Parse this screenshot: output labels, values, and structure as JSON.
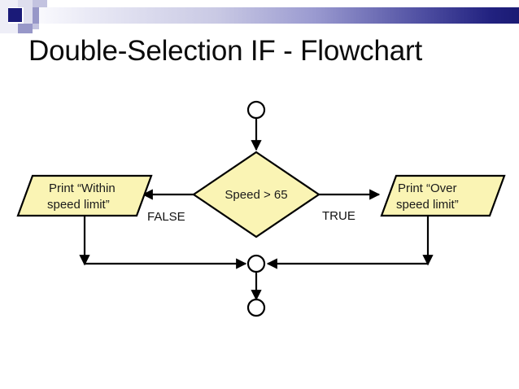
{
  "slide": {
    "title": "Double-Selection IF - Flowchart",
    "background_color": "#ffffff",
    "accent_color": "#1a1a78",
    "shape_fill_color": "#faf4b4",
    "shape_border_color": "#000000"
  },
  "header": {
    "band_gradient_from": "#fbfbfe",
    "band_gradient_to": "#1b1b74",
    "squares": [
      {
        "name": "square-dark",
        "color": "#1a1a78"
      },
      {
        "name": "square-mid",
        "color": "#9797c8"
      },
      {
        "name": "square-light",
        "color": "#c3c3e0"
      },
      {
        "name": "square-pale",
        "color": "#dedeee"
      },
      {
        "name": "square-faint",
        "color": "#eeeef7"
      }
    ]
  },
  "flowchart": {
    "start_node": {
      "name": "start-connector",
      "shape": "circle"
    },
    "decision": {
      "name": "decision-speed",
      "shape": "diamond",
      "text": "Speed > 65"
    },
    "branches": [
      {
        "name": "branch-false",
        "label": "FALSE",
        "side": "left"
      },
      {
        "name": "branch-true",
        "label": "TRUE",
        "side": "right"
      }
    ],
    "process_left": {
      "name": "process-print-within",
      "shape": "parallelogram",
      "line1": "Print “Within",
      "line2": "speed limit”"
    },
    "process_right": {
      "name": "process-print-over",
      "shape": "parallelogram",
      "line1": "Print “Over",
      "line2": "speed limit”"
    },
    "merge_node": {
      "name": "merge-connector",
      "shape": "circle"
    },
    "end_node": {
      "name": "end-connector",
      "shape": "circle"
    }
  }
}
